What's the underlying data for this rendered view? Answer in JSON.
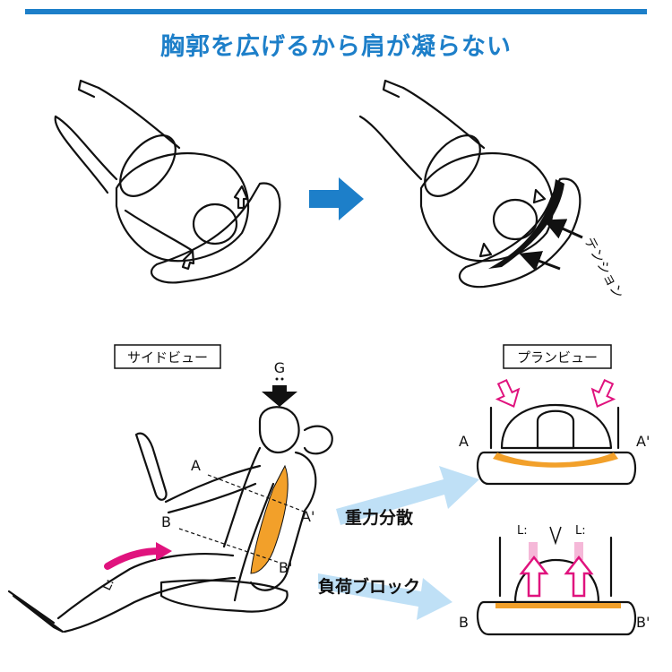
{
  "title": "胸郭を広げるから肩が凝らない",
  "tension_label": "テンション",
  "side_view_label": "サイドビュー",
  "plan_view_label": "プランビュー",
  "g_label": "G",
  "point_a": "A",
  "point_a_prime": "A'",
  "point_b": "B",
  "point_b_prime": "B'",
  "l_label": "L:",
  "dispersion_label": "重力分散",
  "block_label": "負荷ブロック",
  "colors": {
    "accent": "#1d7fc9",
    "orange": "#f2a02a",
    "magenta": "#e0137e",
    "light_blue": "#bfe0f6"
  }
}
